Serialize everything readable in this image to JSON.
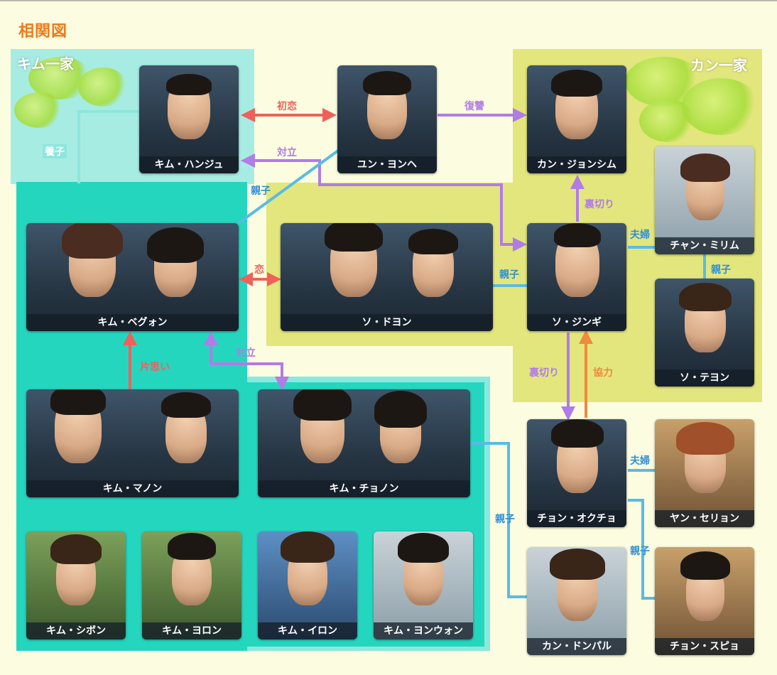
{
  "page": {
    "title": "相関図"
  },
  "families": {
    "kim": "キム一家",
    "kang": "カン一家"
  },
  "characters": {
    "kim_hanju": "キム・ハンジュ",
    "yun_yonhe": "ユン・ヨンヘ",
    "kang_jonsim": "カン・ジョンシム",
    "chan_mirim": "チャン・ミリム",
    "kim_begwon": "キム・ベグォン",
    "so_dogon": "ソ・ドヨン",
    "so_jingi": "ソ・ジンギ",
    "so_teyon": "ソ・テヨン",
    "kim_manon": "キム・マノン",
    "kim_chonon": "キム・チョノン",
    "chon_okcho": "チョン・オクチョ",
    "yan_seriyon": "ヤン・セリョン",
    "kim_sibon": "キム・シボン",
    "kim_yoron": "キム・ヨロン",
    "kim_iron": "キム・イロン",
    "kim_yonwon": "キム・ヨンウォン",
    "kang_donpal": "カン・ドンパル",
    "chon_supyo": "チョン・スピョ"
  },
  "relations": {
    "first_love": "初恋",
    "revenge": "復讐",
    "rival_1": "対立",
    "adopted": "養子",
    "parent_1": "親子",
    "betray_1": "裏切り",
    "couple_1": "夫婦",
    "love": "恋",
    "parent_2": "親子",
    "parent_3": "親子",
    "rival_2": "対立",
    "one_sided": "片思い",
    "betray_2": "裏切り",
    "cooperate": "協力",
    "couple_2": "夫婦",
    "parent_4": "親子",
    "parent_5": "親子"
  },
  "colors": {
    "background": "#fcfde0",
    "kim_family": "#25d6bf",
    "kang_family": "#e3e67c",
    "title": "#ee7a1c",
    "love_line": "#f0605a",
    "rival_line": "#b07ce6",
    "parent_line": "#56bce6",
    "cooperate_line": "#f08a3c"
  }
}
